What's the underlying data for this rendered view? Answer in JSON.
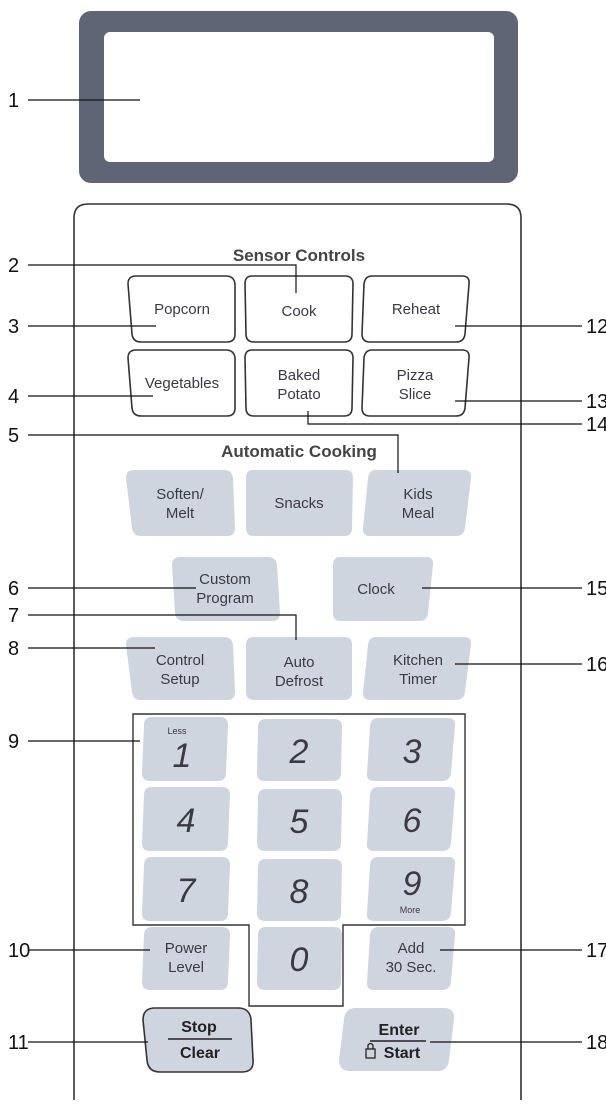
{
  "display": {},
  "sections": {
    "sensor": "Sensor Controls",
    "automatic": "Automatic Cooking"
  },
  "buttons": {
    "popcorn": [
      "Popcorn"
    ],
    "cook": [
      "Cook"
    ],
    "reheat": [
      "Reheat"
    ],
    "vegetables": [
      "Vegetables"
    ],
    "baked_potato": [
      "Baked",
      "Potato"
    ],
    "pizza_slice": [
      "Pizza",
      "Slice"
    ],
    "soften_melt": [
      "Soften/",
      "Melt"
    ],
    "snacks": [
      "Snacks"
    ],
    "kids_meal": [
      "Kids",
      "Meal"
    ],
    "custom_program": [
      "Custom",
      "Program"
    ],
    "clock": [
      "Clock"
    ],
    "control_setup": [
      "Control",
      "Setup"
    ],
    "auto_defrost": [
      "Auto",
      "Defrost"
    ],
    "kitchen_timer": [
      "Kitchen",
      "Timer"
    ],
    "power_level": [
      "Power",
      "Level"
    ],
    "add_30_sec": [
      "Add",
      "30 Sec."
    ],
    "stop": "Stop",
    "clear": "Clear",
    "enter": "Enter",
    "start": "Start"
  },
  "keypad": {
    "digits": [
      "1",
      "2",
      "3",
      "4",
      "5",
      "6",
      "7",
      "8",
      "9",
      "0"
    ],
    "less": "Less",
    "more": "More"
  },
  "callouts": [
    "1",
    "2",
    "3",
    "4",
    "5",
    "6",
    "7",
    "8",
    "9",
    "10",
    "11",
    "12",
    "13",
    "14",
    "15",
    "16",
    "17",
    "18"
  ]
}
